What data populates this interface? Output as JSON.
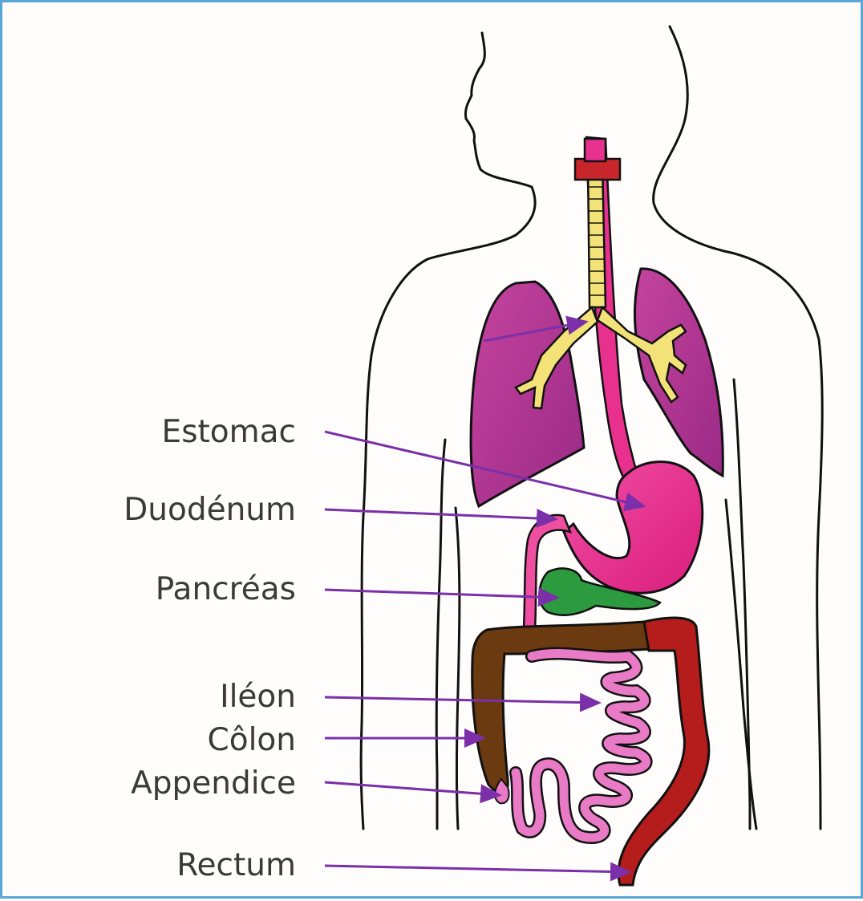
{
  "labels": {
    "estomac": "Estomac",
    "duodenum": "Duodénum",
    "pancreas": "Pancréas",
    "ileon": "Iléon",
    "colon": "Côlon",
    "appendice": "Appendice",
    "rectum": "Rectum"
  },
  "colors": {
    "arrow": "#7b2fa8",
    "outline": "#111111",
    "lung": "#b03a9a",
    "trachea": "#f2e277",
    "esophagus": "#e8318e",
    "stomach": "#ef3d98",
    "pancreas": "#2c9a3e",
    "colon_ascending": "#6b3a10",
    "colon_descending": "#b51d1d",
    "ileum": "#e87ac6",
    "larynx": "#c8262b"
  }
}
